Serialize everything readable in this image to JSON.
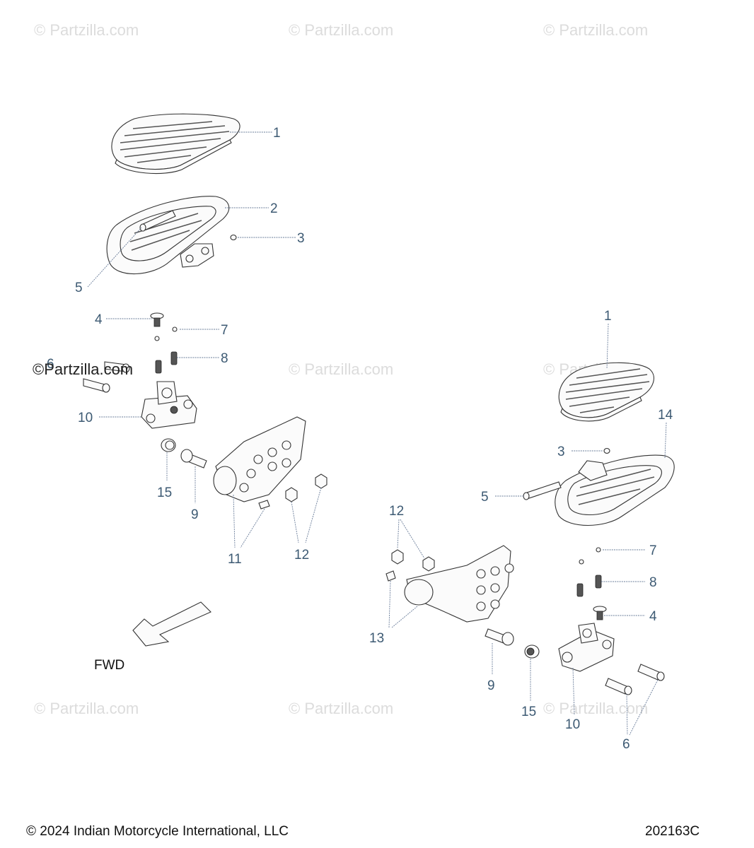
{
  "watermarks": {
    "text": "© Partzilla.com",
    "overlay": "©Partzilla.com"
  },
  "direction": {
    "label": "FWD"
  },
  "callouts": {
    "left": {
      "c1": "1",
      "c2": "2",
      "c3": "3",
      "c5": "5",
      "c4": "4",
      "c7": "7",
      "c6": "6",
      "c8": "8",
      "c10": "10",
      "c15": "15",
      "c9": "9",
      "c11": "11",
      "c12": "12"
    },
    "right": {
      "c1": "1",
      "c14": "14",
      "c3": "3",
      "c5": "5",
      "c12": "12",
      "c7": "7",
      "c8": "8",
      "c13": "13",
      "c4": "4",
      "c9": "9",
      "c15": "15",
      "c10": "10",
      "c6": "6"
    }
  },
  "footer": {
    "copyright": "© 2024 Indian Motorcycle International, LLC",
    "diagram_id": "202163C"
  }
}
